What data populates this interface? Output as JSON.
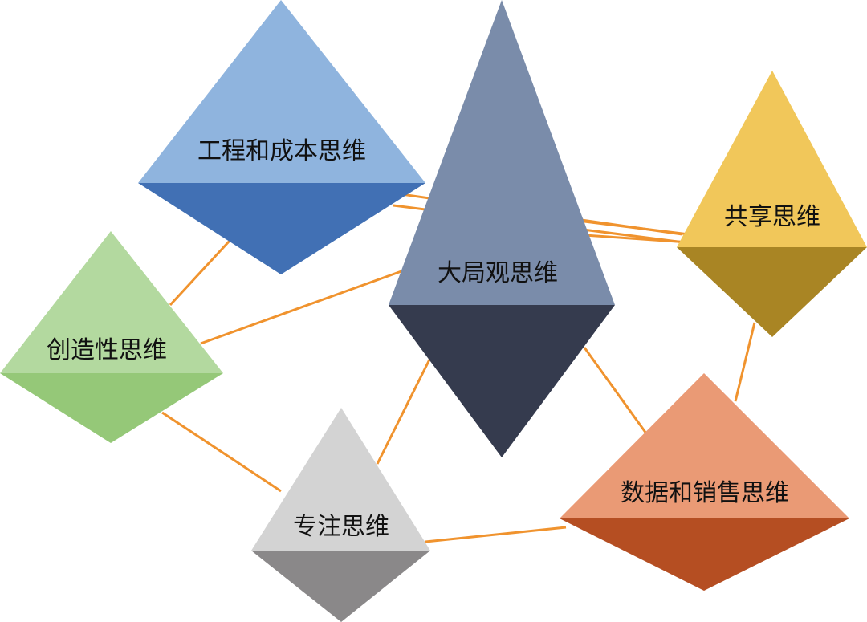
{
  "diagram": {
    "nodes": [
      {
        "id": "engineering",
        "label": "工程和成本思维",
        "top_color": "#8fb4de",
        "bottom_color": "#4170b4"
      },
      {
        "id": "big-picture",
        "label": "大局观思维",
        "top_color": "#7a8caa",
        "bottom_color": "#353b4e"
      },
      {
        "id": "sharing",
        "label": "共享思维",
        "top_color": "#f1c75a",
        "bottom_color": "#a98524"
      },
      {
        "id": "creativity",
        "label": "创造性思维",
        "top_color": "#b3d99f",
        "bottom_color": "#95c878"
      },
      {
        "id": "focus",
        "label": "专注思维",
        "top_color": "#d3d3d3",
        "bottom_color": "#8a8889"
      },
      {
        "id": "data-sales",
        "label": "数据和销售思维",
        "top_color": "#ea9a75",
        "bottom_color": "#b54e22"
      }
    ],
    "connector_color": "#f0932e",
    "connections": [
      [
        "engineering",
        "big-picture"
      ],
      [
        "engineering",
        "creativity"
      ],
      [
        "big-picture",
        "creativity"
      ],
      [
        "big-picture",
        "sharing"
      ],
      [
        "big-picture",
        "focus"
      ],
      [
        "big-picture",
        "data-sales"
      ],
      [
        "sharing",
        "data-sales"
      ],
      [
        "creativity",
        "focus"
      ],
      [
        "focus",
        "data-sales"
      ]
    ]
  }
}
